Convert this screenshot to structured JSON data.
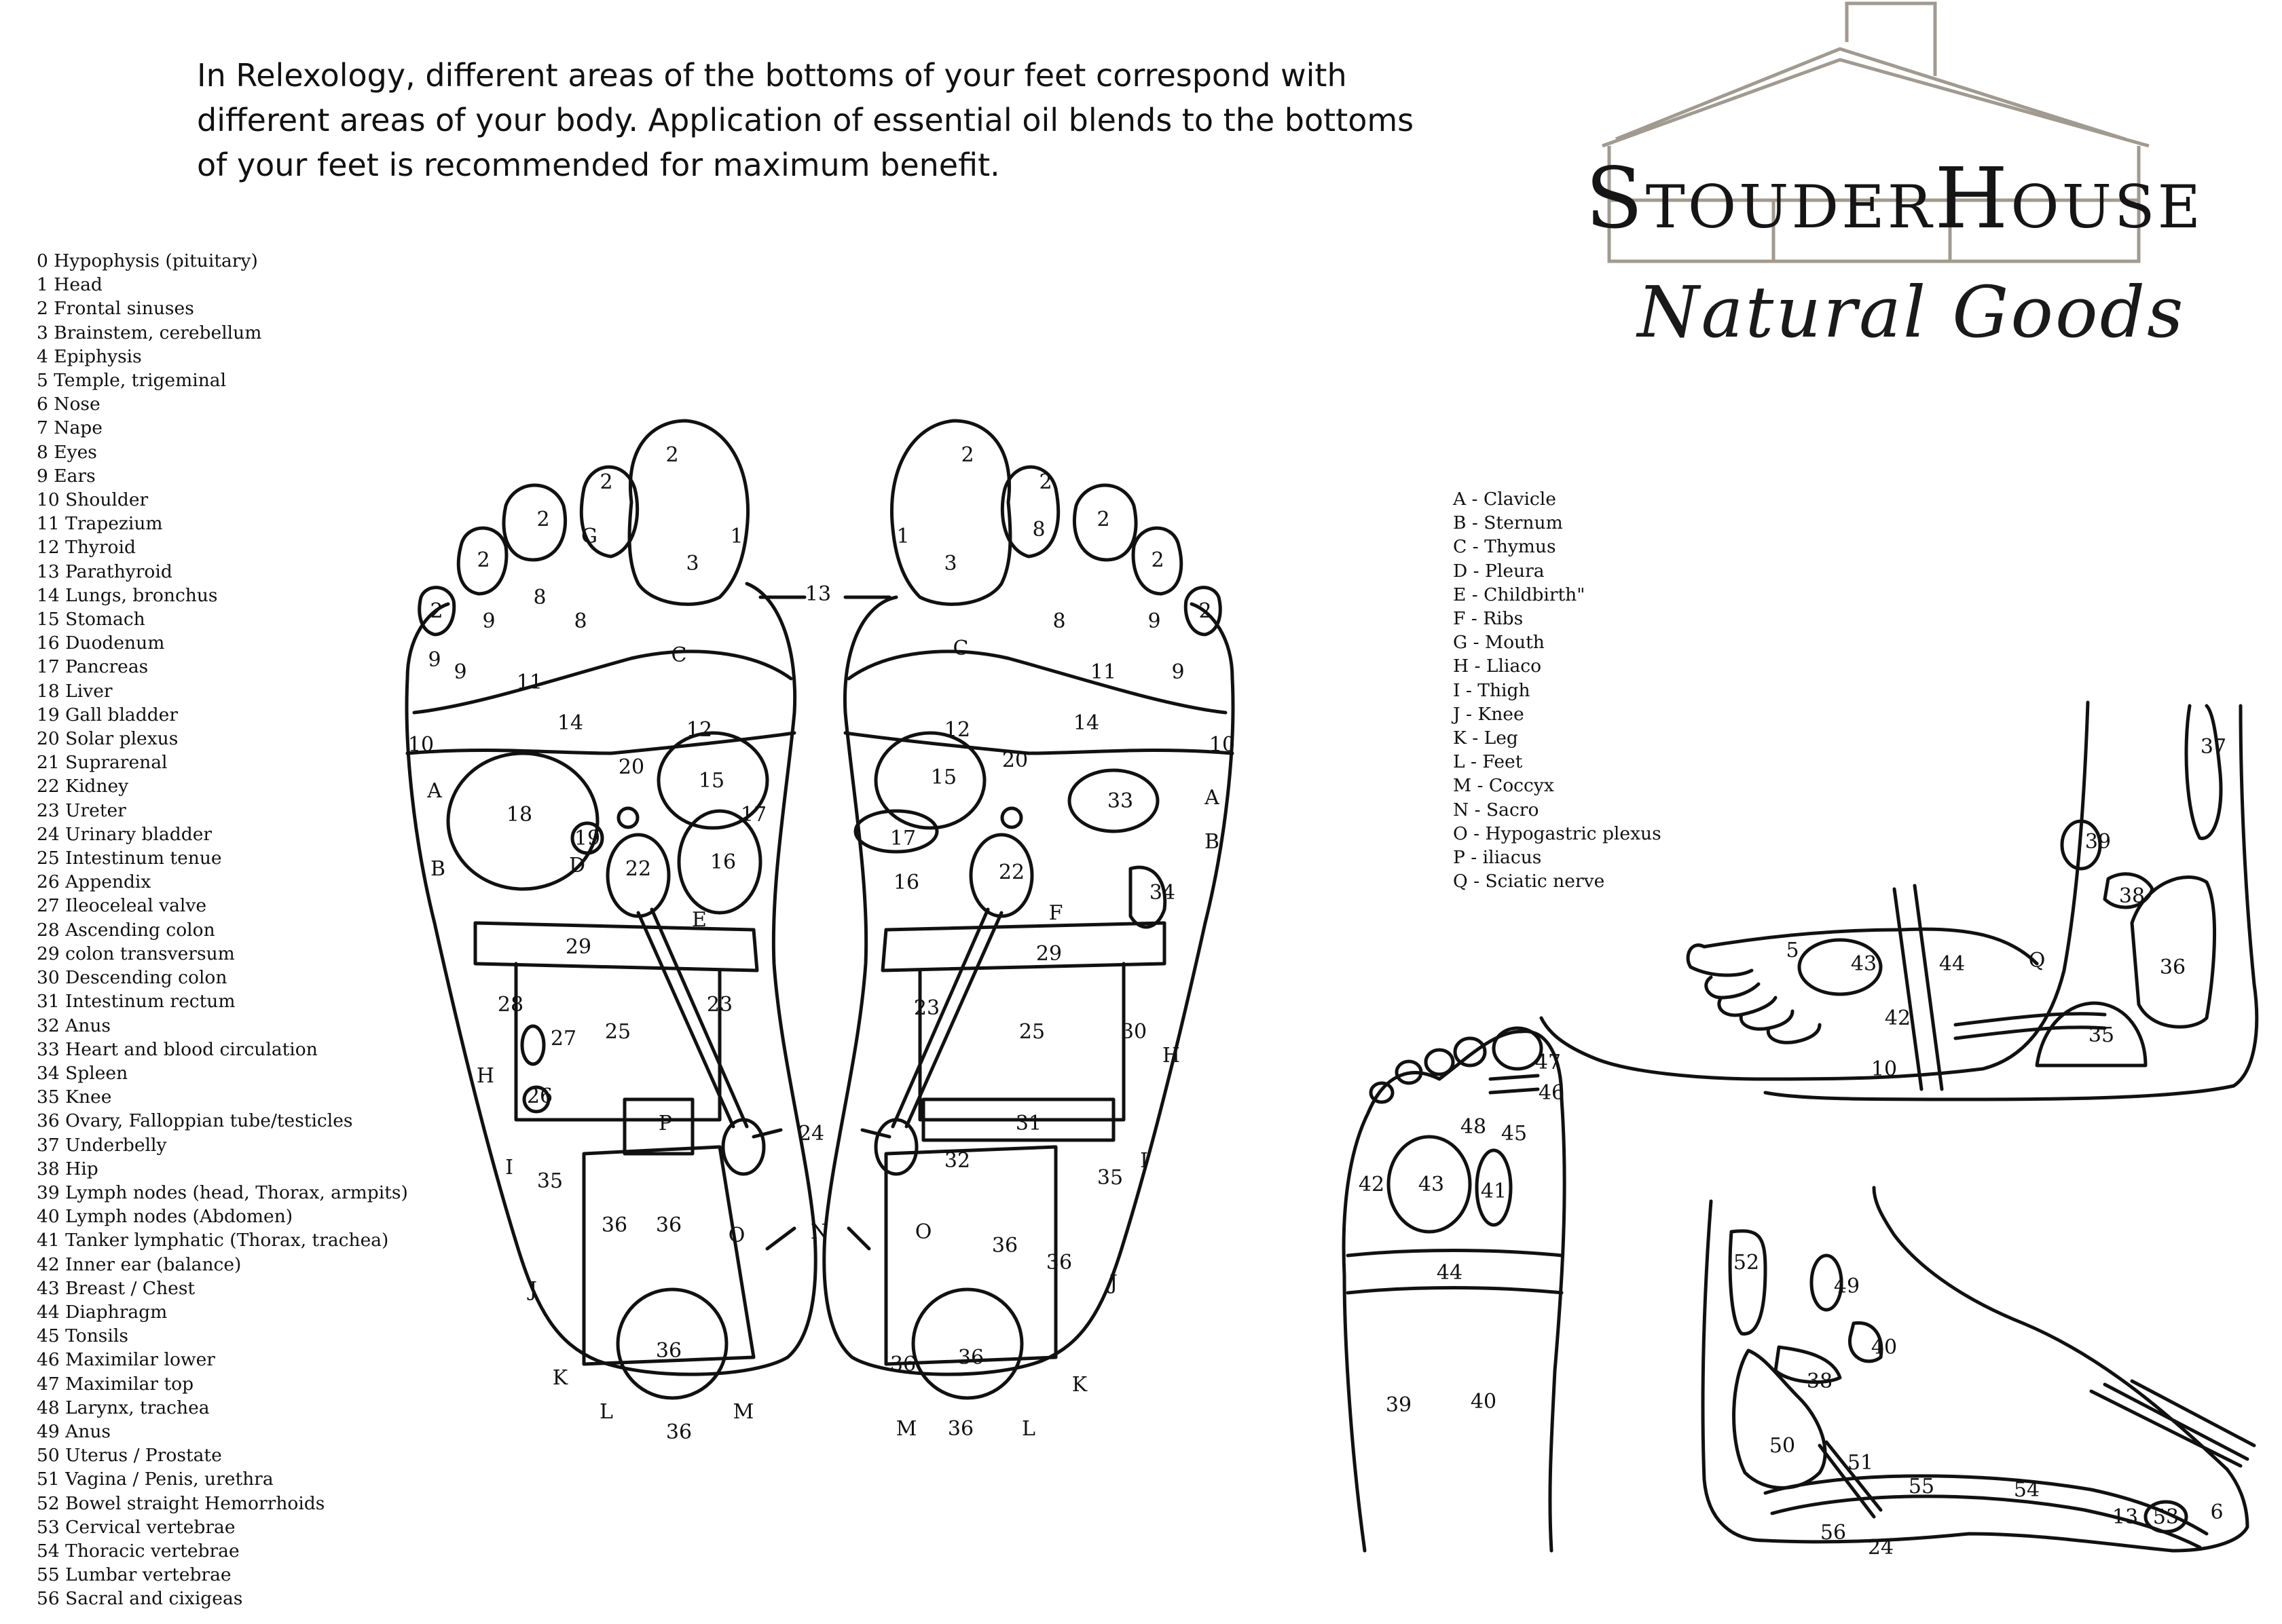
{
  "intro_text": "In Relexology, different areas of the bottoms of your feet correspond with different areas of your body. Application of essential oil blends to the bottoms of your feet is recommended for maximum benefit.",
  "brand": {
    "name": "StouderHouse",
    "tagline": "Natural Goods"
  },
  "legend_numbers": [
    "0  Hypophysis (pituitary)",
    "1  Head",
    "2  Frontal sinuses",
    "3 Brainstem, cerebellum",
    "4 Epiphysis",
    "5 Temple, trigeminal",
    "6 Nose",
    "7 Nape",
    "8 Eyes",
    "9 Ears",
    "10 Shoulder",
    "11 Trapezium",
    "12 Thyroid",
    "13 Parathyroid",
    "14 Lungs, bronchus",
    "15 Stomach",
    "16 Duodenum",
    "17 Pancreas",
    "18 Liver",
    "19 Gall bladder",
    "20 Solar plexus",
    "21 Suprarenal",
    "22 Kidney",
    "23 Ureter",
    "24 Urinary bladder",
    "25 Intestinum tenue",
    "26 Appendix",
    "27 Ileoceleal valve",
    "28 Ascending colon",
    "29 colon transversum",
    "30 Descending colon",
    "31 Intestinum rectum",
    "32 Anus",
    "33 Heart and blood circulation",
    "34 Spleen",
    "35 Knee",
    "36 Ovary, Falloppian tube/testicles",
    "37 Underbelly",
    "38 Hip",
    "39 Lymph nodes (head, Thorax, armpits)",
    "40 Lymph nodes (Abdomen)",
    "41 Tanker lymphatic (Thorax, trachea)",
    "42 Inner ear (balance)",
    "43 Breast / Chest",
    "44 Diaphragm",
    "45 Tonsils",
    "46 Maximilar lower",
    "47 Maximilar top",
    "48 Larynx, trachea",
    "49 Anus",
    "50 Uterus / Prostate",
    "51 Vagina / Penis, urethra",
    "52 Bowel straight Hemorrhoids",
    "53 Cervical vertebrae",
    "54 Thoracic vertebrae",
    "55 Lumbar vertebrae",
    "56 Sacral and cixigeas"
  ],
  "legend_letters": [
    "A - Clavicle",
    "B - Sternum",
    "C - Thymus",
    "D - Pleura",
    "E - Childbirth\"",
    "F - Ribs",
    "G - Mouth",
    "H - Lliaco",
    " I - Thigh",
    "J - Knee",
    "K - Leg",
    "L - Feet",
    "M - Coccyx",
    "N - Sacro",
    "O - Hypogastric plexus",
    " P - iliacus",
    "Q - Sciatic nerve"
  ],
  "colors": {
    "ink": "#111111",
    "logo_roof": "#a09a90",
    "background": "#ffffff"
  }
}
